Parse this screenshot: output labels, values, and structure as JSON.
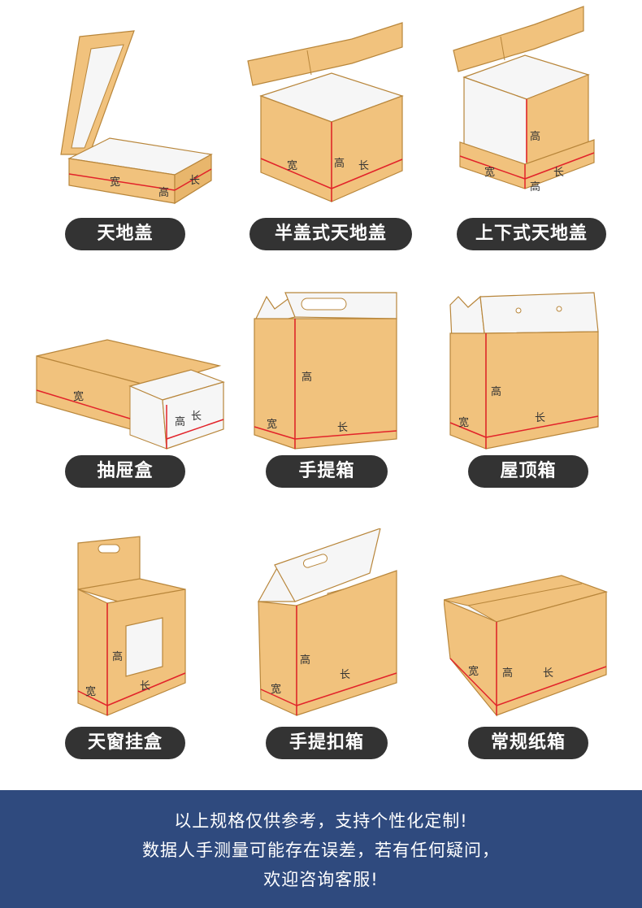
{
  "colors": {
    "kraft": "#f1c27d",
    "kraft_dark": "#dfa95e",
    "kraft_side": "#e8b66c",
    "inner": "#f4f4f4",
    "outline": "#b8863b",
    "red": "#e2232a",
    "pill": "#333333",
    "footer": "#2f4a7e"
  },
  "dims": {
    "width": "宽",
    "height": "高",
    "length": "长"
  },
  "boxes": [
    {
      "name": "天地盖"
    },
    {
      "name": "半盖式天地盖"
    },
    {
      "name": "上下式天地盖"
    },
    {
      "name": "抽屉盒"
    },
    {
      "name": "手提箱"
    },
    {
      "name": "屋顶箱"
    },
    {
      "name": "天窗挂盒"
    },
    {
      "name": "手提扣箱"
    },
    {
      "name": "常规纸箱"
    }
  ],
  "footer": {
    "line1": "以上规格仅供参考，支持个性化定制!",
    "line2": "数据人手测量可能存在误差，若有任何疑问，",
    "line3": "欢迎咨询客服!"
  }
}
